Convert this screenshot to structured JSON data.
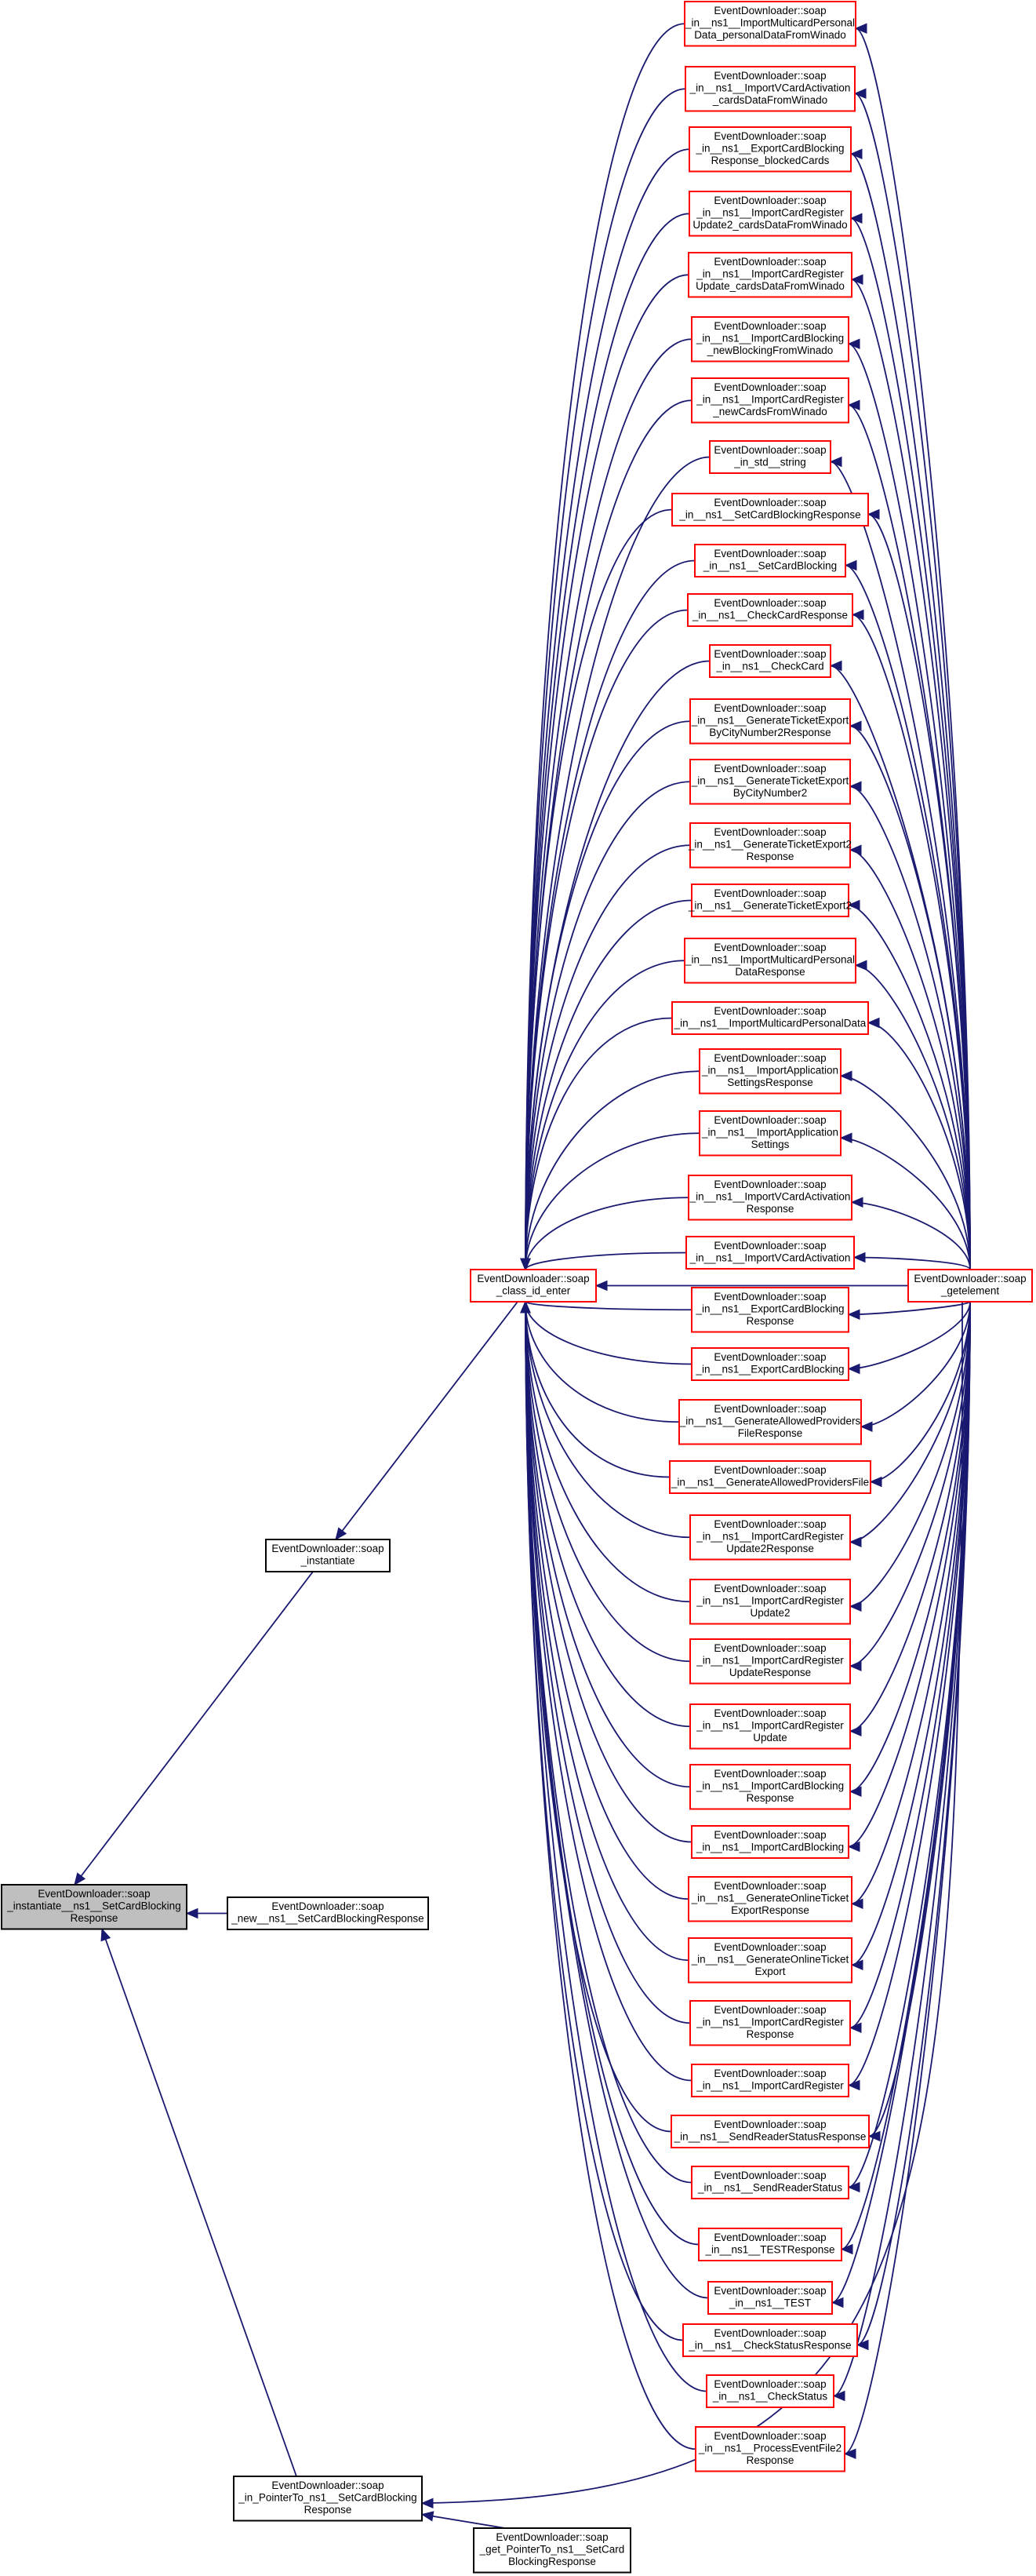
{
  "colors": {
    "edge": "#191970",
    "red_border": "#ff0000",
    "black_border": "#000000",
    "root_fill": "#bfbfbf"
  },
  "root": {
    "lines": [
      "EventDownloader::soap",
      "_instantiate__ns1__SetCardBlocking",
      "Response"
    ]
  },
  "instantiate": {
    "lines": [
      "EventDownloader::soap",
      "_instantiate"
    ]
  },
  "new_node": {
    "lines": [
      "EventDownloader::soap",
      "_new__ns1__SetCardBlockingResponse"
    ]
  },
  "pointer": {
    "lines": [
      "EventDownloader::soap",
      "_in_PointerTo_ns1__SetCardBlocking",
      "Response"
    ]
  },
  "get_pointer": {
    "lines": [
      "EventDownloader::soap",
      "_get_PointerTo_ns1__SetCard",
      "BlockingResponse"
    ]
  },
  "class_id": {
    "lines": [
      "EventDownloader::soap",
      "_class_id_enter"
    ]
  },
  "getelement": {
    "lines": [
      "EventDownloader::soap",
      "_getelement"
    ]
  },
  "in_nodes": [
    {
      "lines": [
        "EventDownloader::soap",
        "_in__ns1__ImportMulticardPersonal",
        "Data_personalDataFromWinado"
      ]
    },
    {
      "lines": [
        "EventDownloader::soap",
        "_in__ns1__ImportVCardActivation",
        "_cardsDataFromWinado"
      ]
    },
    {
      "lines": [
        "EventDownloader::soap",
        "_in__ns1__ExportCardBlocking",
        "Response_blockedCards"
      ]
    },
    {
      "lines": [
        "EventDownloader::soap",
        "_in__ns1__ImportCardRegister",
        "Update2_cardsDataFromWinado"
      ]
    },
    {
      "lines": [
        "EventDownloader::soap",
        "_in__ns1__ImportCardRegister",
        "Update_cardsDataFromWinado"
      ]
    },
    {
      "lines": [
        "EventDownloader::soap",
        "_in__ns1__ImportCardBlocking",
        "_newBlockingFromWinado"
      ]
    },
    {
      "lines": [
        "EventDownloader::soap",
        "_in__ns1__ImportCardRegister",
        "_newCardsFromWinado"
      ]
    },
    {
      "lines": [
        "EventDownloader::soap",
        "_in_std__string"
      ]
    },
    {
      "lines": [
        "EventDownloader::soap",
        "_in__ns1__SetCardBlockingResponse"
      ]
    },
    {
      "lines": [
        "EventDownloader::soap",
        "_in__ns1__SetCardBlocking"
      ]
    },
    {
      "lines": [
        "EventDownloader::soap",
        "_in__ns1__CheckCardResponse"
      ]
    },
    {
      "lines": [
        "EventDownloader::soap",
        "_in__ns1__CheckCard"
      ]
    },
    {
      "lines": [
        "EventDownloader::soap",
        "_in__ns1__GenerateTicketExport",
        "ByCityNumber2Response"
      ]
    },
    {
      "lines": [
        "EventDownloader::soap",
        "_in__ns1__GenerateTicketExport",
        "ByCityNumber2"
      ]
    },
    {
      "lines": [
        "EventDownloader::soap",
        "_in__ns1__GenerateTicketExport2",
        "Response"
      ]
    },
    {
      "lines": [
        "EventDownloader::soap",
        "_in__ns1__GenerateTicketExport2"
      ]
    },
    {
      "lines": [
        "EventDownloader::soap",
        "_in__ns1__ImportMulticardPersonal",
        "DataResponse"
      ]
    },
    {
      "lines": [
        "EventDownloader::soap",
        "_in__ns1__ImportMulticardPersonalData"
      ]
    },
    {
      "lines": [
        "EventDownloader::soap",
        "_in__ns1__ImportApplication",
        "SettingsResponse"
      ]
    },
    {
      "lines": [
        "EventDownloader::soap",
        "_in__ns1__ImportApplication",
        "Settings"
      ]
    },
    {
      "lines": [
        "EventDownloader::soap",
        "_in__ns1__ImportVCardActivation",
        "Response"
      ]
    },
    {
      "lines": [
        "EventDownloader::soap",
        "_in__ns1__ImportVCardActivation"
      ]
    },
    {
      "lines": [
        "EventDownloader::soap",
        "_in__ns1__ExportCardBlocking",
        "Response"
      ]
    },
    {
      "lines": [
        "EventDownloader::soap",
        "_in__ns1__ExportCardBlocking"
      ]
    },
    {
      "lines": [
        "EventDownloader::soap",
        "_in__ns1__GenerateAllowedProviders",
        "FileResponse"
      ]
    },
    {
      "lines": [
        "EventDownloader::soap",
        "_in__ns1__GenerateAllowedProvidersFile"
      ]
    },
    {
      "lines": [
        "EventDownloader::soap",
        "_in__ns1__ImportCardRegister",
        "Update2Response"
      ]
    },
    {
      "lines": [
        "EventDownloader::soap",
        "_in__ns1__ImportCardRegister",
        "Update2"
      ]
    },
    {
      "lines": [
        "EventDownloader::soap",
        "_in__ns1__ImportCardRegister",
        "UpdateResponse"
      ]
    },
    {
      "lines": [
        "EventDownloader::soap",
        "_in__ns1__ImportCardRegister",
        "Update"
      ]
    },
    {
      "lines": [
        "EventDownloader::soap",
        "_in__ns1__ImportCardBlocking",
        "Response"
      ]
    },
    {
      "lines": [
        "EventDownloader::soap",
        "_in__ns1__ImportCardBlocking"
      ]
    },
    {
      "lines": [
        "EventDownloader::soap",
        "_in__ns1__GenerateOnlineTicket",
        "ExportResponse"
      ]
    },
    {
      "lines": [
        "EventDownloader::soap",
        "_in__ns1__GenerateOnlineTicket",
        "Export"
      ]
    },
    {
      "lines": [
        "EventDownloader::soap",
        "_in__ns1__ImportCardRegister",
        "Response"
      ]
    },
    {
      "lines": [
        "EventDownloader::soap",
        "_in__ns1__ImportCardRegister"
      ]
    },
    {
      "lines": [
        "EventDownloader::soap",
        "_in__ns1__SendReaderStatusResponse"
      ]
    },
    {
      "lines": [
        "EventDownloader::soap",
        "_in__ns1__SendReaderStatus"
      ]
    },
    {
      "lines": [
        "EventDownloader::soap",
        "_in__ns1__TESTResponse"
      ]
    },
    {
      "lines": [
        "EventDownloader::soap",
        "_in__ns1__TEST"
      ]
    },
    {
      "lines": [
        "EventDownloader::soap",
        "_in__ns1__CheckStatusResponse"
      ]
    },
    {
      "lines": [
        "EventDownloader::soap",
        "_in__ns1__CheckStatus"
      ]
    },
    {
      "lines": [
        "EventDownloader::soap",
        "_in__ns1__ProcessEventFile2",
        "Response"
      ]
    }
  ]
}
